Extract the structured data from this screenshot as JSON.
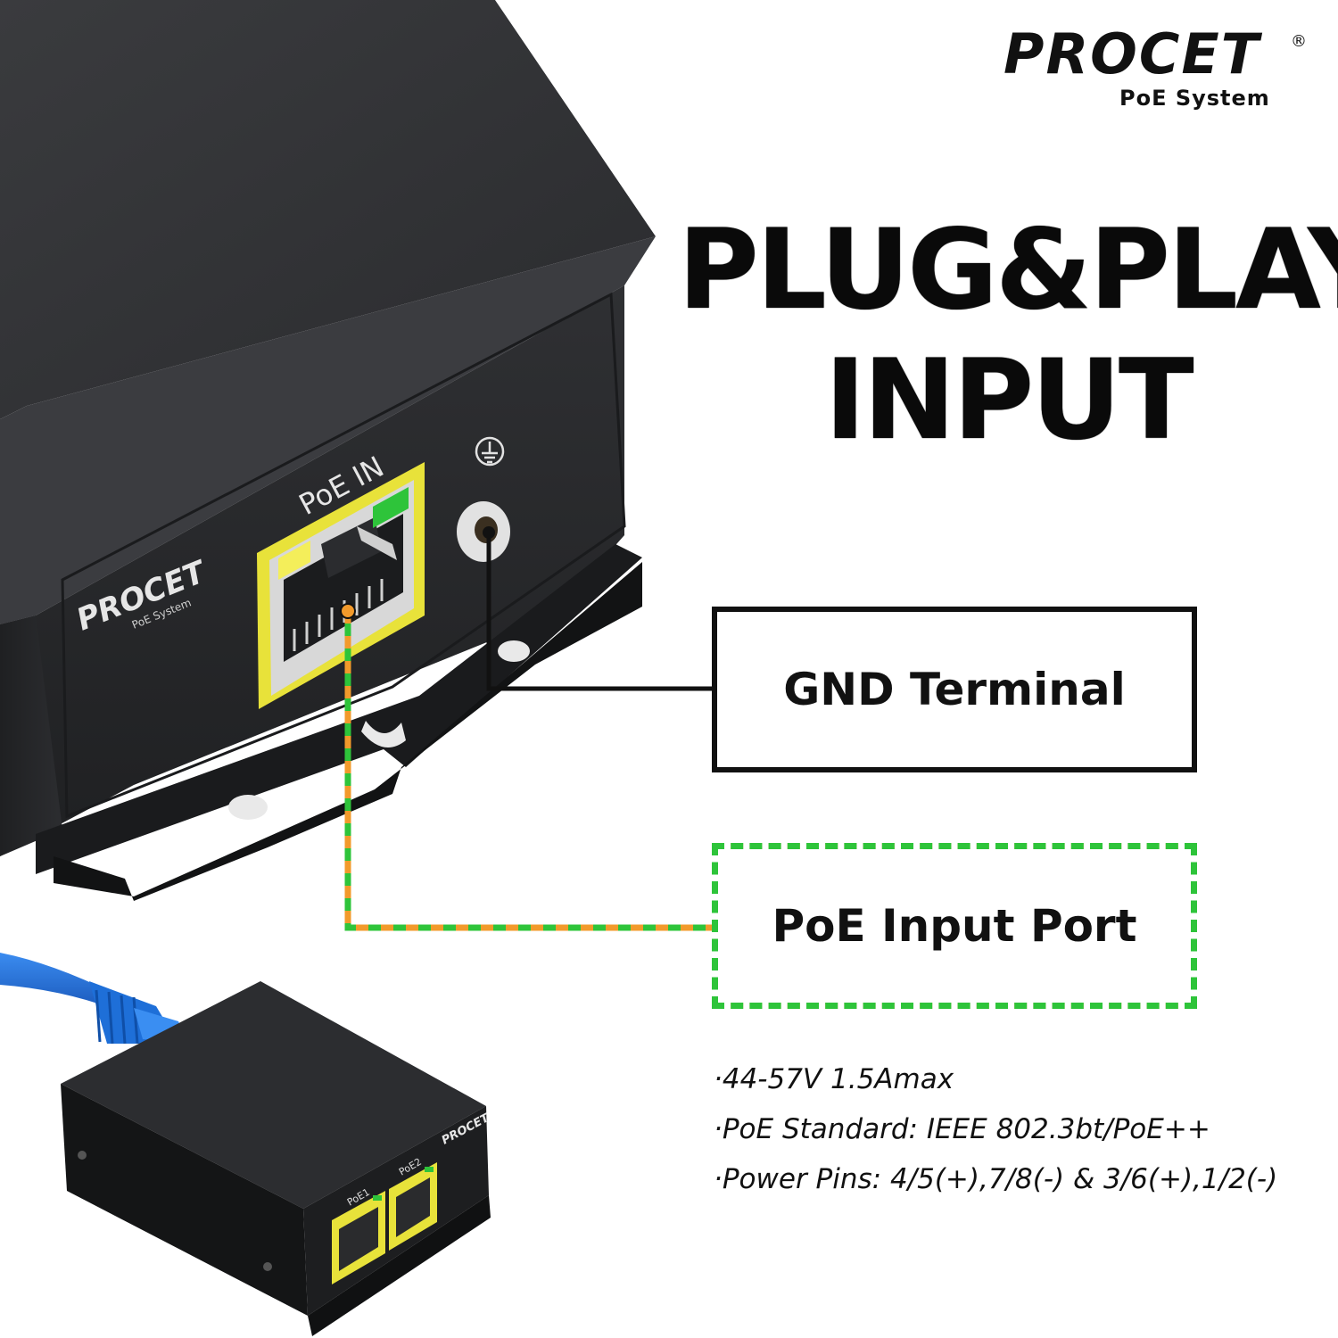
{
  "brand": {
    "logo_text": "PROCET",
    "registered_mark": "®",
    "subtitle": "PoE System"
  },
  "headline": {
    "line1": "PLUG&PLAY",
    "line2": "INPUT"
  },
  "device": {
    "port_label": "PoE IN",
    "logo_text": "PROCET",
    "logo_sub": "PoE System",
    "ground_symbol": "ground-icon"
  },
  "small_device": {
    "logo_text": "PROCET",
    "port1_label": "PoE1",
    "port2_label": "PoE2"
  },
  "callouts": {
    "gnd": "GND Terminal",
    "poe": "PoE Input Port"
  },
  "specs": [
    "·44-57V 1.5Amax",
    "·PoE Standard: IEEE 802.3bt/PoE++",
    "·Power Pins: 4/5(+),7/8(-) & 3/6(+),1/2(-)"
  ],
  "colors": {
    "device_body": "#2a2b2d",
    "port_frame": "#e8e23a",
    "led_green": "#2ec43a",
    "led_yellow": "#e8e23a",
    "leader_orange": "#f29a2b",
    "leader_green": "#2ec43a",
    "cable_blue": "#1e6fd8"
  }
}
